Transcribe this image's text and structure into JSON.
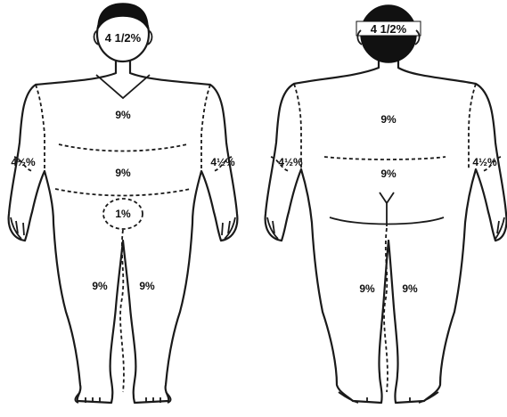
{
  "front": {
    "head": "4 1/2%",
    "chest": "9%",
    "abdomen": "9%",
    "perineum": "1%",
    "left_arm": "4½%",
    "right_arm": "4½%",
    "left_leg": "9%",
    "right_leg": "9%"
  },
  "back": {
    "head": "4 1/2%",
    "upper_back": "9%",
    "lower_back": "9%",
    "left_arm": "4½%",
    "right_arm": "4½%",
    "left_leg": "9%",
    "right_leg": "9%"
  }
}
